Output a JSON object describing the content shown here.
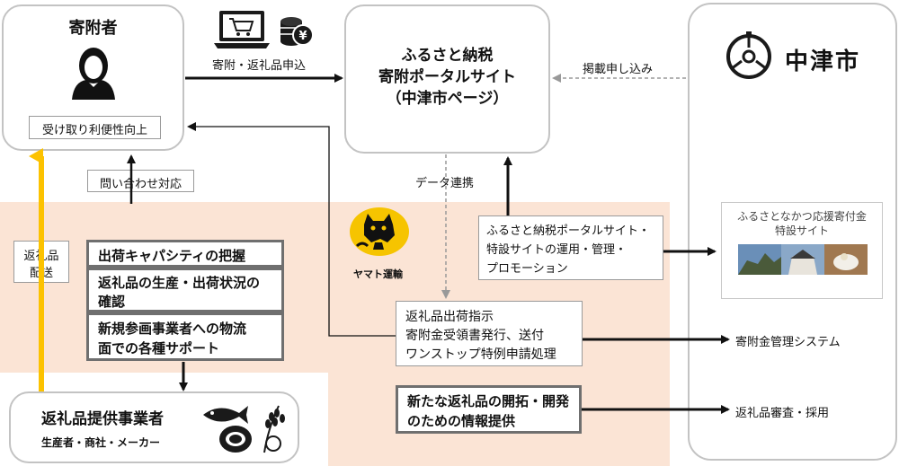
{
  "donor": {
    "title": "寄附者",
    "benefit": "受け取り利便性向上"
  },
  "portal": {
    "line1": "ふるさと納税",
    "line2": "寄附ポータルサイト",
    "line3": "（中津市ページ）"
  },
  "city": {
    "name": "中津市"
  },
  "labels": {
    "donation_apply": "寄附・返礼品申込",
    "listing_apply": "掲載申し込み",
    "inquiry": "問い合わせ対応",
    "data_link": "データ連携",
    "return_ship_1": "返礼品",
    "return_ship_2": "配送",
    "donation_system": "寄附金管理システム",
    "review": "返礼品審査・採用"
  },
  "yamato": {
    "name": "ヤマト運輸"
  },
  "support_boxes": [
    "出荷キャパシティの把握",
    "返礼品の生産・出荷状況の確認",
    "新規参画事業者への物流面での各種サポート"
  ],
  "support_lines": {
    "b1": [
      "出荷キャパシティの把握"
    ],
    "b2": [
      "返礼品の生産・出荷状況の",
      "確認"
    ],
    "b3": [
      "新規参画事業者への物流",
      "面での各種サポート"
    ]
  },
  "portal_ops": {
    "line1": "ふるさと納税ポータルサイト・",
    "line2": "特設サイトの運用・管理・",
    "line3": "プロモーション"
  },
  "shipping": {
    "line1": "返礼品出荷指示",
    "line2": "寄附金受領書発行、送付",
    "line3": "ワンストップ特例申請処理"
  },
  "new_products": {
    "line1": "新たな返礼品の開拓・開発",
    "line2": "のための情報提供"
  },
  "special_site": {
    "line1": "ふるさとなかつ応援寄付金",
    "line2": "特設サイト"
  },
  "provider": {
    "title": "返礼品提供事業者",
    "subtitle": "生産者・商社・メーカー"
  },
  "colors": {
    "peach": "#fbe4d5",
    "yamato_yellow": "#f6c400",
    "arrow_yellow": "#fcc200",
    "border_gray": "#c3c3c3"
  },
  "icons": [
    "laptop-cart-icon",
    "coin-stack-yen-icon",
    "person-icon",
    "city-emblem-icon",
    "yamato-cat-icon",
    "fish-icon",
    "meat-icon",
    "rice-icon",
    "photo-thumbnail"
  ]
}
